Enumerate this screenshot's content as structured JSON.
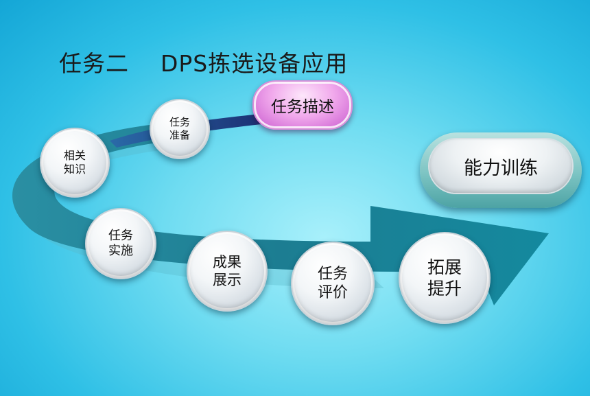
{
  "title": "任务二    DPS拣选设备应用",
  "pill": {
    "label": "任务描述"
  },
  "training": {
    "label": "能力训练"
  },
  "nodes": {
    "prep": "任务\n准备",
    "knowledge": "相关\n知识",
    "implement": "任务\n实施",
    "results": "成果\n展示",
    "evaluation": "任务\n评价",
    "extension": "拓展\n提升"
  },
  "colors": {
    "arrow_teal": "#1f7f93",
    "arrow_navy": "#1e3a7a",
    "pill_magenta": "#e59be6"
  }
}
